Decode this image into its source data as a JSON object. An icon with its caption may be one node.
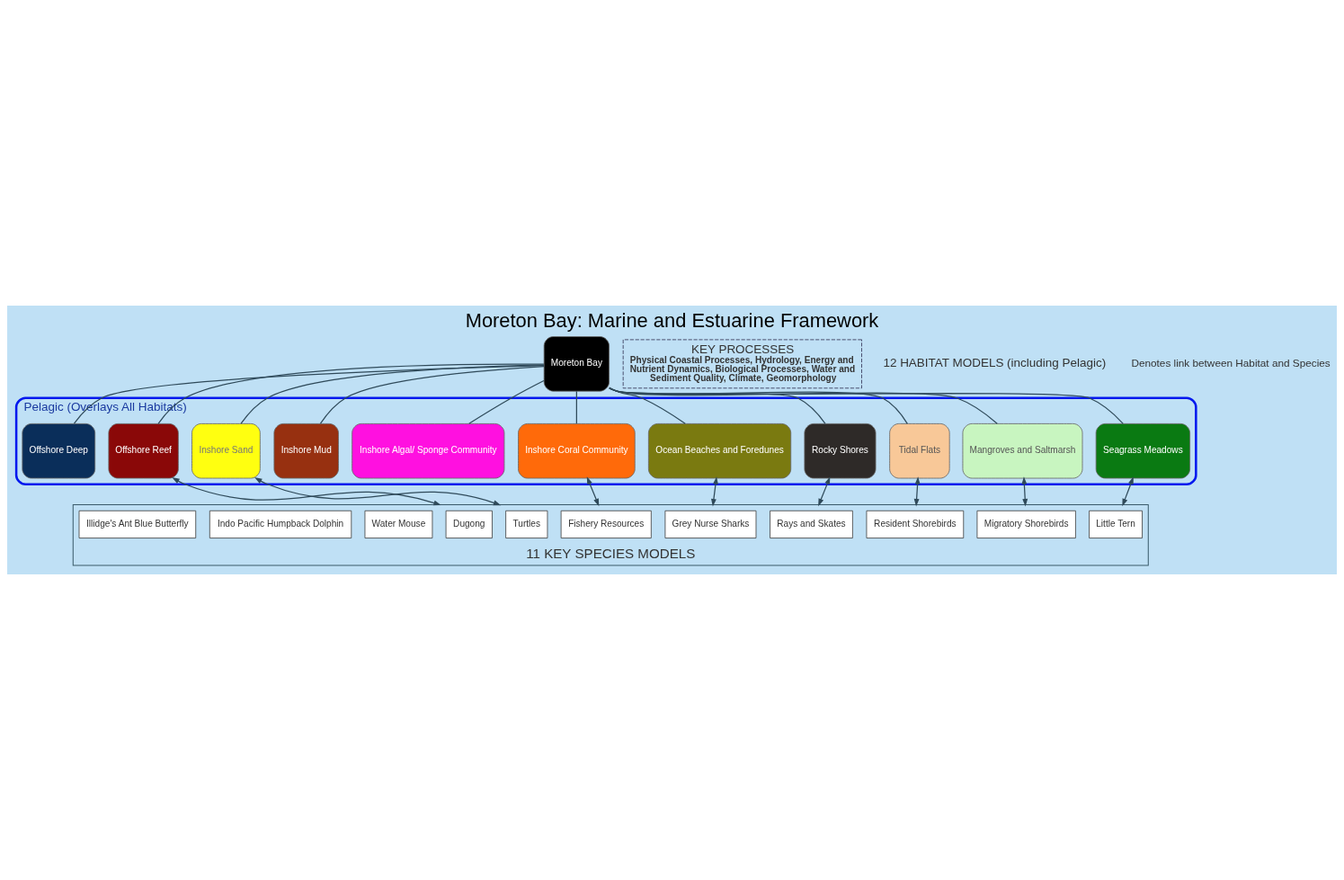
{
  "diagram": {
    "title": "Moreton Bay: Marine and Estuarine Framework",
    "nodes": [
      {
        "text": [
          "Moreton Bay"
        ]
      },
      {
        "text": [
          "KEY PROCESSES",
          "Physical Coastal Processes, Hydrology, Energy and Nutrient Dynamics, Biological Processes, Water and Sediment Quality, Climate, Geomorphology"
        ]
      },
      {
        "text": [
          "Pelagic (Overlays All Habitats)"
        ]
      },
      {
        "text": [
          "Seagrass Meadows"
        ],
        "in": 2
      },
      {
        "text": [
          "Mangroves and Saltmarsh"
        ],
        "in": 2
      },
      {
        "text": [
          "Tidal Flats"
        ],
        "in": 2
      },
      {
        "text": [
          "Rocky Shores"
        ],
        "in": 2
      },
      {
        "text": [
          "Ocean Beaches and Foredunes"
        ],
        "in": 2
      },
      {
        "text": [
          "Inshore Coral Community"
        ],
        "in": 2
      },
      {
        "text": [
          "Inshore Algal/ Sponge Community"
        ],
        "in": 2
      },
      {
        "text": [
          "Inshore Mud"
        ],
        "in": 2
      },
      {
        "text": [
          "Inshore Sand"
        ],
        "in": 2
      },
      {
        "text": [
          "Offshore Reef"
        ],
        "in": 2
      },
      {
        "text": [
          "Offshore Deep"
        ],
        "in": 2
      },
      {
        "text": [
          "11 KEY SPECIES MODELS"
        ]
      },
      {
        "text": [
          "Little Tern"
        ],
        "in": 14
      },
      {
        "text": [
          "Migratory Shorebirds"
        ],
        "in": 14
      },
      {
        "text": [
          "Resident Shorebirds"
        ],
        "in": 14
      },
      {
        "text": [
          "Rays and Skates"
        ],
        "in": 14
      },
      {
        "text": [
          "Grey Nurse Sharks"
        ],
        "in": 14
      },
      {
        "text": [
          "Fishery Resources"
        ],
        "in": 14
      },
      {
        "text": [
          "Turtles"
        ],
        "in": 14
      },
      {
        "text": [
          "Dugong"
        ],
        "in": 14
      },
      {
        "text": [
          "Water Mouse"
        ],
        "in": 14
      },
      {
        "text": [
          "Indo Pacific Humpback Dolphin"
        ],
        "in": 14
      },
      {
        "text": [
          "Illidge's Ant Blue Butterfly"
        ],
        "in": 14
      }
    ],
    "edges": [
      {
        "from": 0,
        "to": 3,
        "arrow": "none"
      },
      {
        "from": 0,
        "to": 4,
        "arrow": "none"
      },
      {
        "from": 0,
        "to": 5,
        "arrow": "none"
      },
      {
        "from": 0,
        "to": 6,
        "arrow": "none"
      },
      {
        "from": 0,
        "to": 7,
        "arrow": "none"
      },
      {
        "from": 0,
        "to": 8,
        "arrow": "none"
      },
      {
        "from": 0,
        "to": 9,
        "arrow": "none"
      },
      {
        "from": 0,
        "to": 10,
        "arrow": "none"
      },
      {
        "from": 0,
        "to": 11,
        "arrow": "none"
      },
      {
        "from": 0,
        "to": 12,
        "arrow": "none"
      },
      {
        "from": 0,
        "to": 13,
        "arrow": "none"
      },
      {
        "from": 3,
        "to": 14,
        "arrow": "both"
      },
      {
        "from": 4,
        "to": 14,
        "arrow": "both"
      },
      {
        "from": 5,
        "to": 14,
        "arrow": "both"
      },
      {
        "from": 6,
        "to": 14,
        "arrow": "both"
      },
      {
        "from": 7,
        "to": 14,
        "arrow": "both"
      },
      {
        "from": 8,
        "to": 14,
        "arrow": "both"
      },
      {
        "from": 11,
        "to": 14,
        "arrow": "both"
      },
      {
        "from": 12,
        "to": 14,
        "arrow": "both"
      }
    ],
    "labels": [
      "12 HABITAT MODELS (including Pelagic)"
    ],
    "legend": [
      {
        "text": "Denotes link between Habitat and Species"
      }
    ]
  }
}
